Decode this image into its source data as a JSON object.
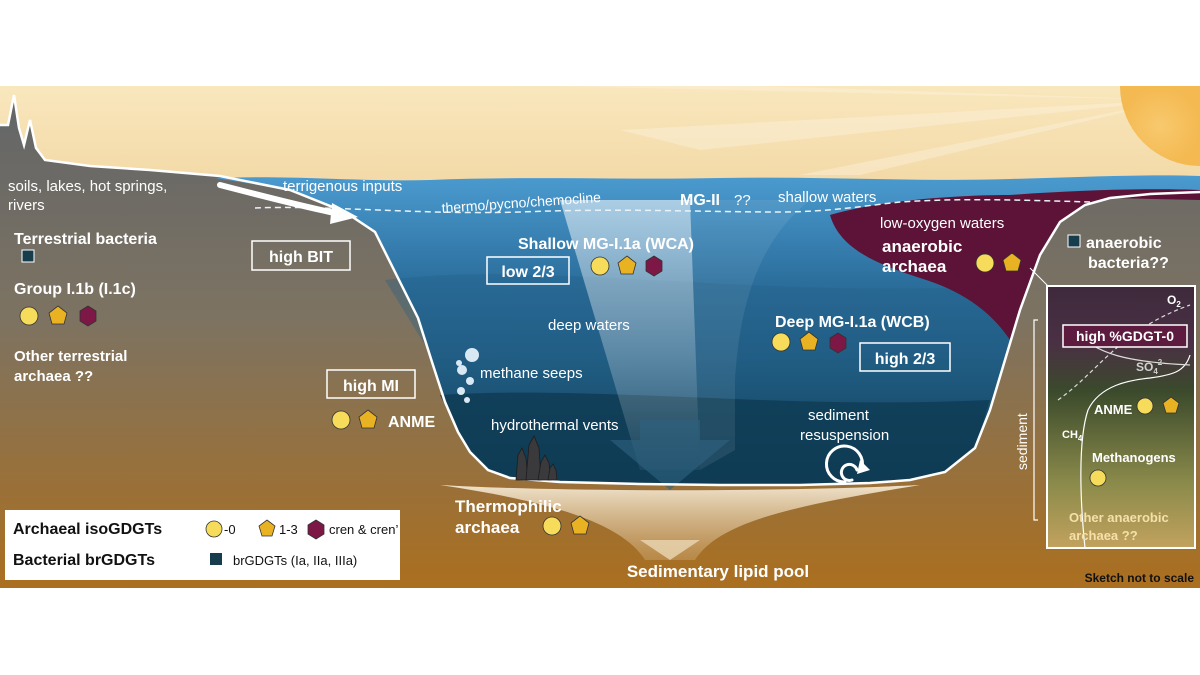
{
  "labels": {
    "land_sources": [
      "soils, lakes, hot springs,",
      "rivers"
    ],
    "terrigenous_inputs": "terrigenous inputs",
    "thermocline": "thermo/pycno/chemocline",
    "mg2": "MG-II",
    "mg2_q": "??",
    "shallow_waters": "shallow waters",
    "low_oxygen": "low-oxygen waters",
    "anaerobic_archaea": [
      "anaerobic",
      "archaea"
    ],
    "anaerobic_bacteria": [
      "anaerobic",
      "bacteria??"
    ],
    "terrestrial_bacteria": "Terrestrial bacteria",
    "group_i1b": "Group I.1b (I.1c)",
    "other_terrestrial": [
      "Other terrestrial",
      "archaea ??"
    ],
    "high_bit": "high BIT",
    "shallow_mg1a": "Shallow MG-I.1a (WCA)",
    "low_23": "low 2/3",
    "deep_waters": "deep waters",
    "deep_mg1a": "Deep MG-I.1a (WCB)",
    "high_23": "high 2/3",
    "high_mi": "high MI",
    "methane_seeps": "methane seeps",
    "anme_left": "ANME",
    "hydrothermal_vents": "hydrothermal vents",
    "sediment_resuspension": [
      "sediment",
      "resuspension"
    ],
    "thermophilic": [
      "Thermophilic",
      "archaea"
    ],
    "sedimentary_pool": "Sedimentary lipid pool",
    "o2": "O",
    "o2_sub": "2",
    "high_gdgt0": "high %GDGT-0",
    "so4": "SO",
    "so4_sub": "4",
    "so4_sup": "2-",
    "anme_right": "ANME",
    "ch4": "CH",
    "ch4_sub": "4",
    "methanogens": "Methanogens",
    "other_anaerobic": [
      "Other anaerobic",
      "archaea ??"
    ],
    "sediment": "sediment",
    "not_to_scale": "Sketch not to scale"
  },
  "legend": {
    "archaeal_title": "Archaeal isoGDGTs",
    "archaeal_items": [
      "-0",
      "1-3",
      "cren & cren’"
    ],
    "bacterial_title": "Bacterial brGDGTs",
    "bacterial_item": "brGDGTs (Ia, IIa, IIIa)"
  },
  "colors": {
    "gdgt0": "#f6dc5a",
    "gdgt13": "#e9b222",
    "cren": "#7d1745",
    "brgdgt": "#173c4c",
    "land_top": "#6c6c6c",
    "land_bottom": "#a9701e",
    "water_light": "#3d8ec4",
    "water_dark": "#103f58",
    "low_oxygen": "#5a1236",
    "sky": "#f6d9a4",
    "sun": "#f7c468"
  }
}
